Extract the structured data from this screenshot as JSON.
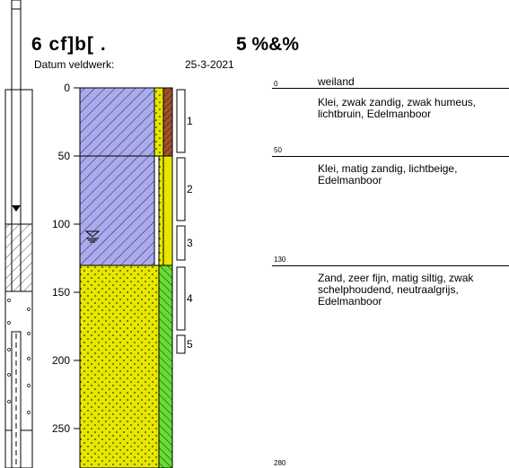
{
  "header": {
    "title_left": "6 cf]b[ .",
    "title_right": "5 %&%",
    "date_label": "Datum veldwerk:",
    "date_value": "25-3-2021"
  },
  "depth_axis": {
    "ticks": [
      "0",
      "50",
      "100",
      "150",
      "200",
      "250"
    ]
  },
  "samples": [
    "1",
    "2",
    "3",
    "4",
    "5"
  ],
  "layers": [
    {
      "depth": "0",
      "title": "weiland",
      "text": ""
    },
    {
      "depth": "",
      "title": "",
      "text": "Klei, zwak zandig, zwak humeus, lichtbruin,  Edelmanboor"
    },
    {
      "depth": "50",
      "title": "",
      "text": "Klei, matig zandig, lichtbeige, Edelmanboor"
    },
    {
      "depth": "130",
      "title": "",
      "text": "Zand, zeer fijn, matig siltig, zwak schelphoudend,  neutraalgrijs, Edelmanboor"
    },
    {
      "depth": "280",
      "title": "",
      "text": ""
    }
  ],
  "colors": {
    "clay": "#aaaaee",
    "sand": "#e6e600",
    "peat_brown": "#a0522d",
    "grey_green": "#66dd33"
  }
}
